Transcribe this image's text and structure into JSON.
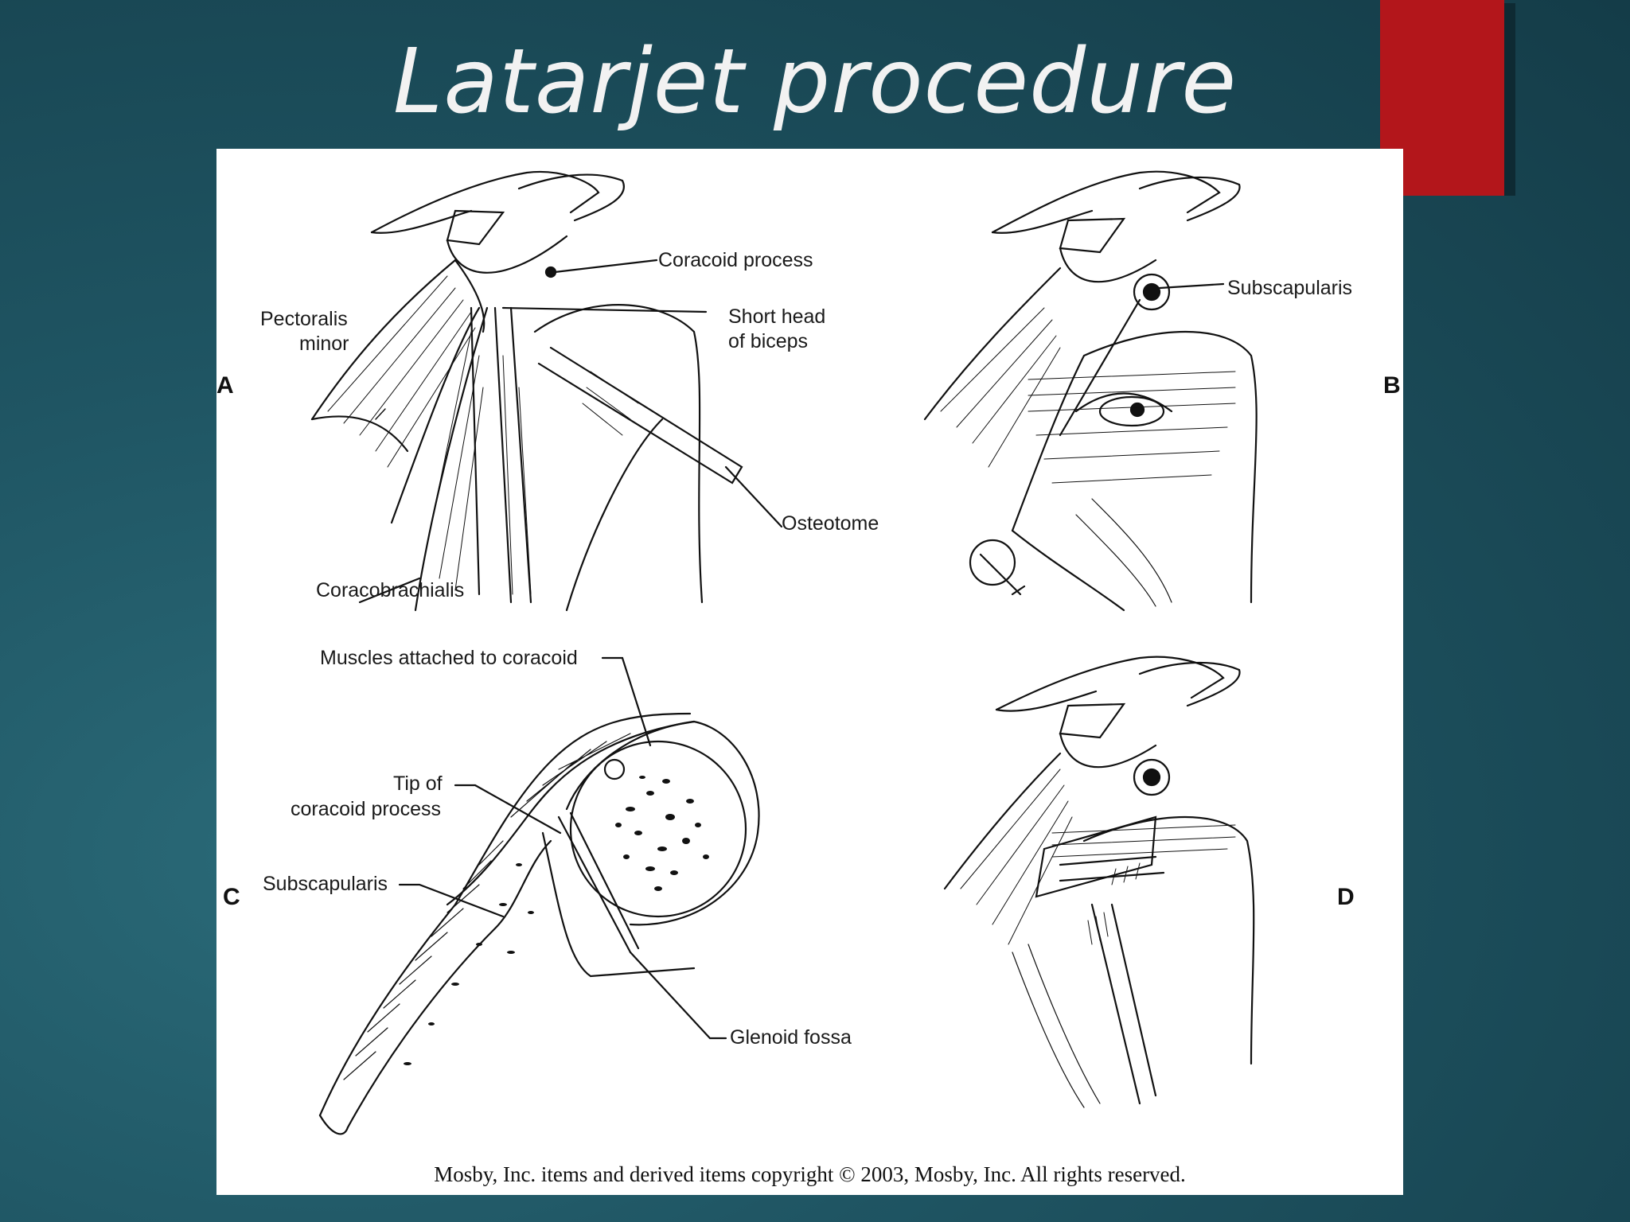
{
  "slide": {
    "title": "Latarjet procedure",
    "accent_color": "#b3161b",
    "background_color": "#1f5563"
  },
  "figure": {
    "panels": [
      "A",
      "B",
      "C",
      "D"
    ],
    "labels": {
      "coracoid_process": "Coracoid process",
      "pectoralis_minor_1": "Pectoralis",
      "pectoralis_minor_2": "minor",
      "short_head_1": "Short head",
      "short_head_2": "of biceps",
      "osteotome": "Osteotome",
      "coracobrachialis": "Coracobrachialis",
      "subscapularis_b": "Subscapularis",
      "muscles_attached": "Muscles attached to coracoid",
      "tip_of_1": "Tip of",
      "tip_of_2": "coracoid process",
      "subscapularis_c": "Subscapularis",
      "glenoid_fossa": "Glenoid fossa"
    },
    "copyright": "Mosby, Inc. items and derived items copyright © 2003, Mosby, Inc. All rights reserved."
  }
}
